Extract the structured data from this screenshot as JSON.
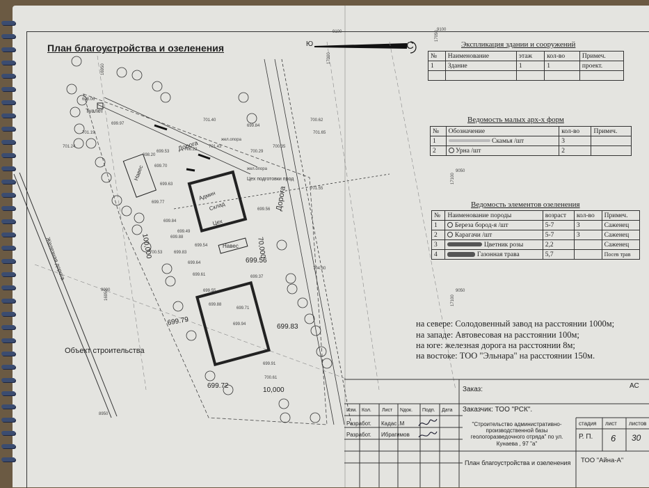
{
  "plan": {
    "title": "План благоустройства и озеленения",
    "compass_s": "Ю",
    "compass_n": "С",
    "coord_9100_a": "9100",
    "coord_9100_b": "9100",
    "coord_16950": "16950",
    "coord_17000": "17000",
    "coord_17050": "17050",
    "coord_9050": "9050",
    "coord_9000": "9000",
    "coord_8950": "8950",
    "coord_16950_b": "16950",
    "coord_17100_a": "17100",
    "coord_17100_b": "17100",
    "label_toilet": "Туалет",
    "label_naves_1": "Навес",
    "label_naves_2": "Навес",
    "label_admin": "Админ",
    "label_sklad": "Склад",
    "label_tsekh": "Цех",
    "label_tsekh_podgot": "Цех подготовки прод",
    "label_road_1": "Дорога",
    "label_road_2": "Дорога",
    "label_rail": "Железная дорога",
    "label_zhel_opora": "жел.опора",
    "label_zhel_opora_2": "жел.опора",
    "dim_70": "70,000",
    "dim_100": "100,000",
    "dim_10": "10,000",
    "elev_1": "699.56",
    "elev_2": "699.79",
    "elev_3": "699.83",
    "elev_4": "699.72",
    "object_label": "Объект строительства",
    "small_marks": [
      "698.06",
      "701.19",
      "701.24",
      "699.97",
      "699.53",
      "699.70",
      "699.63",
      "699.77",
      "699.84",
      "699.88",
      "699.83",
      "699.64",
      "699.61",
      "699.55",
      "699.88",
      "699.84",
      "700.29",
      "700.35",
      "699.56",
      "699.37",
      "699.71",
      "699.94",
      "699.91",
      "700.61",
      "700.62",
      "701.65",
      "701.55",
      "704.30",
      "706.22",
      "701.40",
      "701.43",
      "698.20",
      "700.53",
      "699.49",
      "699.54"
    ]
  },
  "explication": {
    "caption": "Экспликация здании и сооружений",
    "headers": [
      "№",
      "Наименование",
      "этаж",
      "кол-во",
      "Примеч."
    ],
    "rows": [
      [
        "1",
        "Здание",
        "1",
        "1",
        "проект."
      ]
    ]
  },
  "small_forms": {
    "caption": "Ведомость малых арх-х форм",
    "headers": [
      "№",
      "Обозначение",
      "кол-во",
      "Примеч."
    ],
    "rows": [
      [
        "1",
        "Скамья /шт",
        "3",
        ""
      ],
      [
        "2",
        "Урна /шт",
        "2",
        ""
      ]
    ]
  },
  "greenery": {
    "caption": "Ведомость элементов озеленения",
    "headers": [
      "№",
      "Наименование породы",
      "возраст",
      "кол-во",
      "Примеч."
    ],
    "rows": [
      [
        "1",
        "Береза бород-я /шт",
        "5-7",
        "3",
        "Саженец"
      ],
      [
        "2",
        "Карагачи /шт",
        "5-7",
        "3",
        "Саженец"
      ],
      [
        "3",
        "Цветник розы",
        "2,2",
        "",
        "Саженец"
      ],
      [
        "4",
        "Газонная трава",
        "5,7",
        "",
        "Посев трав"
      ]
    ]
  },
  "notes": [
    "на севере: Солодовенный завод на расстоянии 1000м;",
    "на западе: Автовесовая на расстоянии 100м;",
    "на юге: железная дорога на расстоянии 8м;",
    "на востоке: ТОО \"Эльнара\" на расстоянии 150м."
  ],
  "stamp": {
    "order_label": "Заказ:",
    "order_code": "АС",
    "customer": "Заказчик: ТОО \"РСК\".",
    "col_headers": [
      "Изм.",
      "Кол.",
      "Лист",
      "Nдок.",
      "Подп.",
      "Дата"
    ],
    "role_1": "Разработ.",
    "name_1": "Кадас .М",
    "role_2": "Разработ.",
    "name_2": "Ибрагимов",
    "project_desc": "\"Строительство административно-производственной базы геологоразведочного отряда\" по ул. Кунаева , 97 \"а\"",
    "stage_header": "стадия",
    "sheet_header": "лист",
    "sheets_header": "листов",
    "stage": "Р. П.",
    "sheet": "6",
    "sheets": "30",
    "drawing_title": "План благоустройства и озеленения",
    "company": "ТОО \"Айна-А\""
  },
  "colors": {
    "paper": "#e4e4e0",
    "ink": "#222222",
    "binding": "#3b4c70",
    "background": "#6b5a43"
  }
}
